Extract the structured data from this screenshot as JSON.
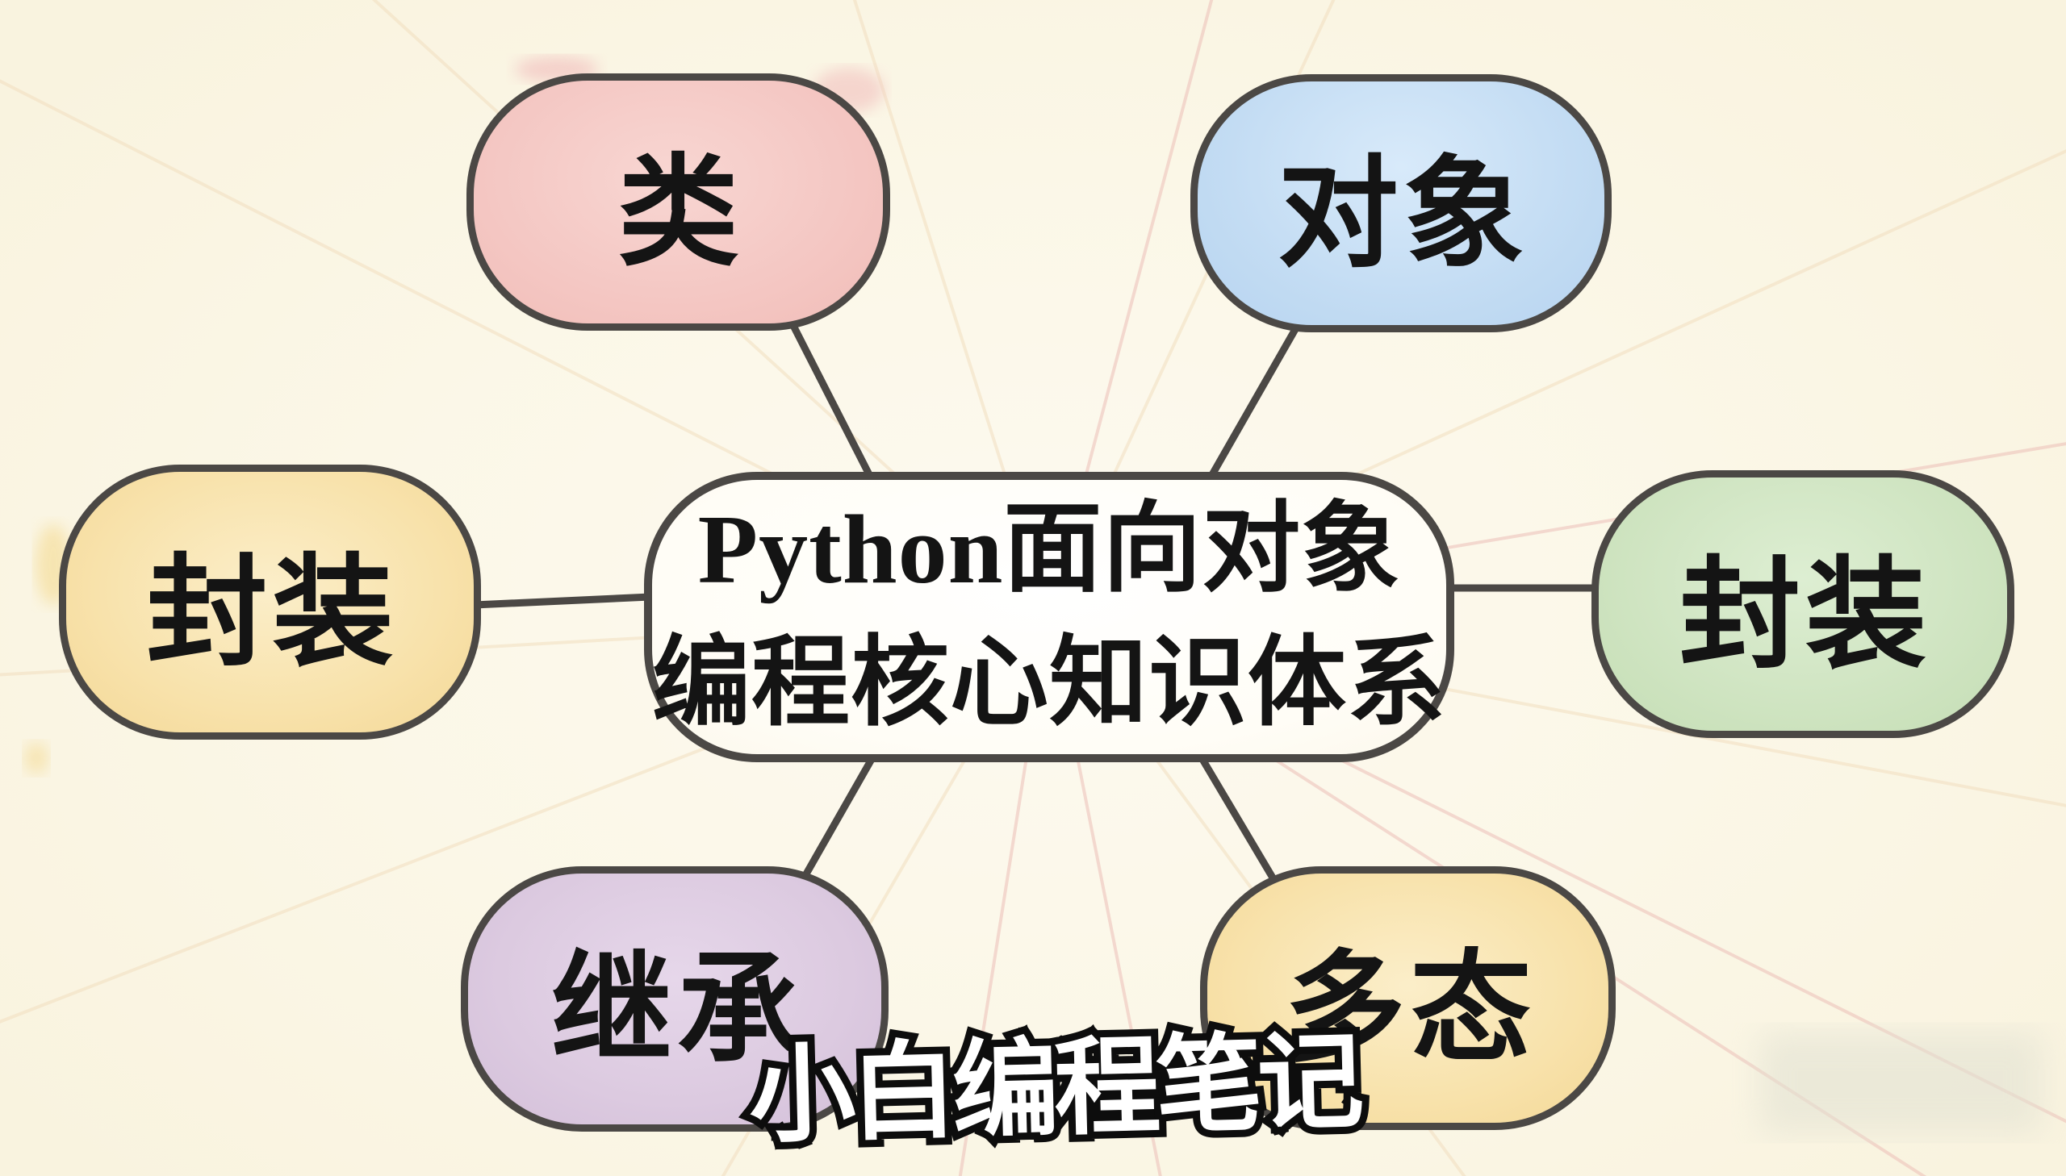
{
  "diagram": {
    "type": "mindmap",
    "central": {
      "label": "Python面向对象编程核心知识体系",
      "line1": "Python面向对象",
      "line2": "编程核心知识体系",
      "fill": "#fffdf6",
      "border": "#4b4845"
    },
    "nodes": [
      {
        "id": "class",
        "label": "类",
        "fill": "#f4c7c3",
        "position": "top-left"
      },
      {
        "id": "object",
        "label": "对象",
        "fill": "#c3dcf3",
        "position": "top-right"
      },
      {
        "id": "encapsulation-left",
        "label": "封装",
        "fill": "#f8e2ab",
        "position": "left"
      },
      {
        "id": "encapsulation-right",
        "label": "封装",
        "fill": "#cfe4c1",
        "position": "right"
      },
      {
        "id": "inheritance",
        "label": "继承",
        "fill": "#dccae0",
        "position": "bottom-left"
      },
      {
        "id": "polymorphism",
        "label": "多态",
        "fill": "#f8e2ab",
        "position": "bottom-right"
      }
    ],
    "connector_color": "#4b4845",
    "text_color": "#141414"
  },
  "watermark": {
    "text": "小白编程笔记",
    "fill": "#ffffff",
    "outline": "#0d0d0d"
  },
  "background": {
    "color": "#fbf7e7",
    "ray_colors": [
      "#f2dfc0",
      "#edbfb8"
    ]
  }
}
